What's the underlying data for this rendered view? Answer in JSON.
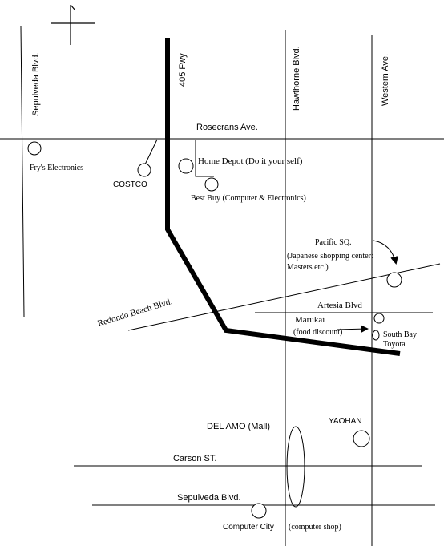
{
  "colors": {
    "background": "#ffffff",
    "ink": "#000000"
  },
  "roads": {
    "sepulveda_vertical": "Sepulveda  Blvd.",
    "freeway_405": "405 Fwy",
    "hawthorne": "Hawthorne Blvd.",
    "western": "Western Ave.",
    "rosecrans": "Rosecrans   Ave.",
    "redondo_beach": "Redondo Beach Blvd.",
    "artesia": "Artesia Blvd",
    "carson": "Carson ST.",
    "sepulveda_horizontal": "Sepulveda Blvd."
  },
  "places": {
    "frys": "Fry's Electronics",
    "costco": "COSTCO",
    "home_depot": "Home Depot (Do it your self)",
    "best_buy": "Best Buy  (Computer & Electronics)",
    "pacific_sq": "Pacific SQ.",
    "pacific_sq_note_1": "(Japanese shopping center:",
    "pacific_sq_note_2": "Masters   etc.)",
    "marukai": "Marukai",
    "marukai_note": "(food discount)",
    "south_bay_1": "South Bay",
    "south_bay_2": "Toyota",
    "del_amo": "DEL   AMO (Mall)",
    "yaohan": "YAOHAN",
    "computer_city": "Computer City",
    "computer_city_note": "(computer shop)"
  },
  "icons": {
    "compass": "north-arrow-icon",
    "location": "location-circle-icon"
  }
}
